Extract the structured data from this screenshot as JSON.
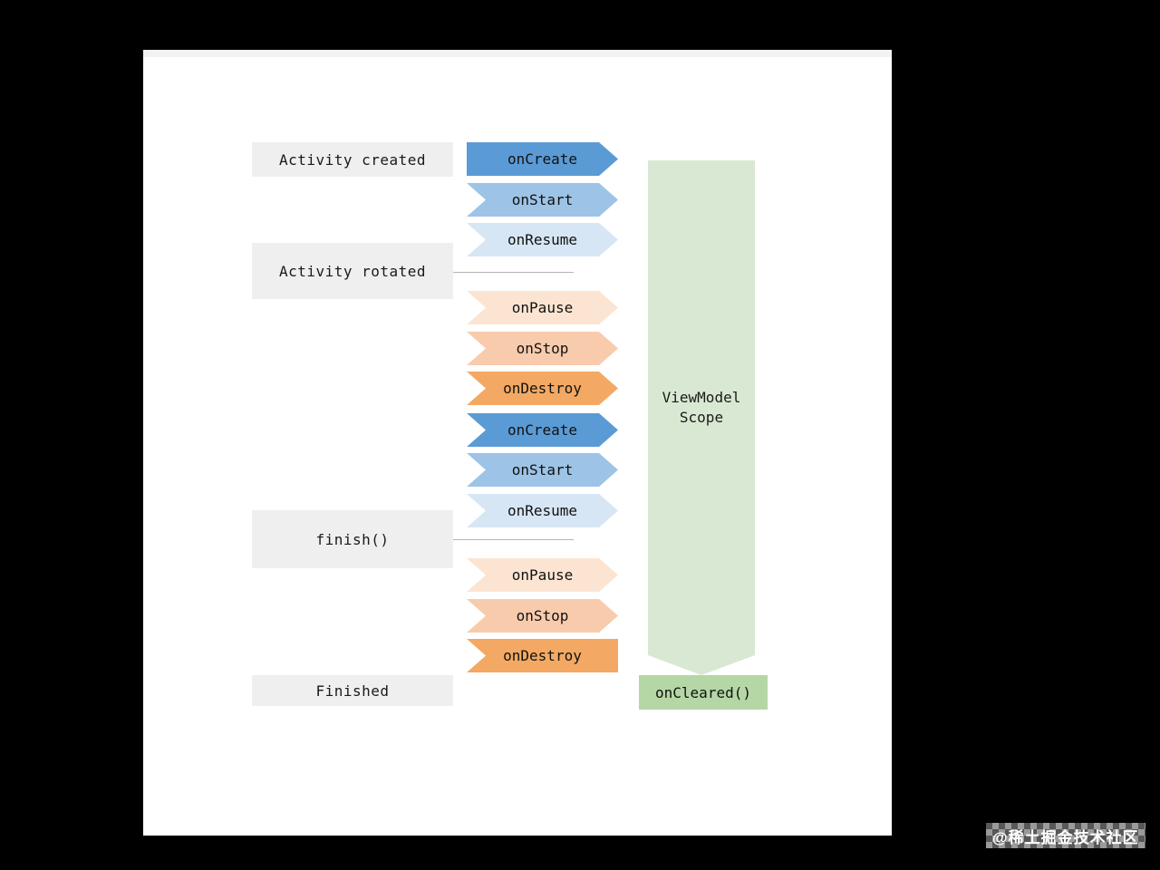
{
  "diagram": {
    "state_labels": [
      "Activity created",
      "Activity rotated",
      "finish()",
      "Finished"
    ],
    "arrows": [
      {
        "label": "onCreate",
        "color_key": "on_create"
      },
      {
        "label": "onStart",
        "color_key": "on_start"
      },
      {
        "label": "onResume",
        "color_key": "on_resume"
      },
      {
        "label": "onPause",
        "color_key": "on_pause"
      },
      {
        "label": "onStop",
        "color_key": "on_stop"
      },
      {
        "label": "onDestroy",
        "color_key": "on_destroy"
      },
      {
        "label": "onCreate",
        "color_key": "on_create"
      },
      {
        "label": "onStart",
        "color_key": "on_start"
      },
      {
        "label": "onResume",
        "color_key": "on_resume"
      },
      {
        "label": "onPause",
        "color_key": "on_pause"
      },
      {
        "label": "onStop",
        "color_key": "on_stop"
      },
      {
        "label": "onDestroy",
        "color_key": "on_destroy"
      }
    ],
    "scope": {
      "line1": "ViewModel",
      "line2": "Scope",
      "footer": "onCleared()"
    },
    "colors": {
      "on_create": "#5B9BD5",
      "on_start": "#9DC3E6",
      "on_resume": "#D7E6F4",
      "on_pause": "#FBE5D2",
      "on_stop": "#F8CBAD",
      "on_destroy": "#F3A963",
      "scope_fill": "#D9E8D2",
      "oncleared_fill": "#B5D7A5",
      "state_box_fill": "#EFEFEF"
    }
  },
  "watermark": {
    "text": "@稀土掘金技术社区"
  }
}
